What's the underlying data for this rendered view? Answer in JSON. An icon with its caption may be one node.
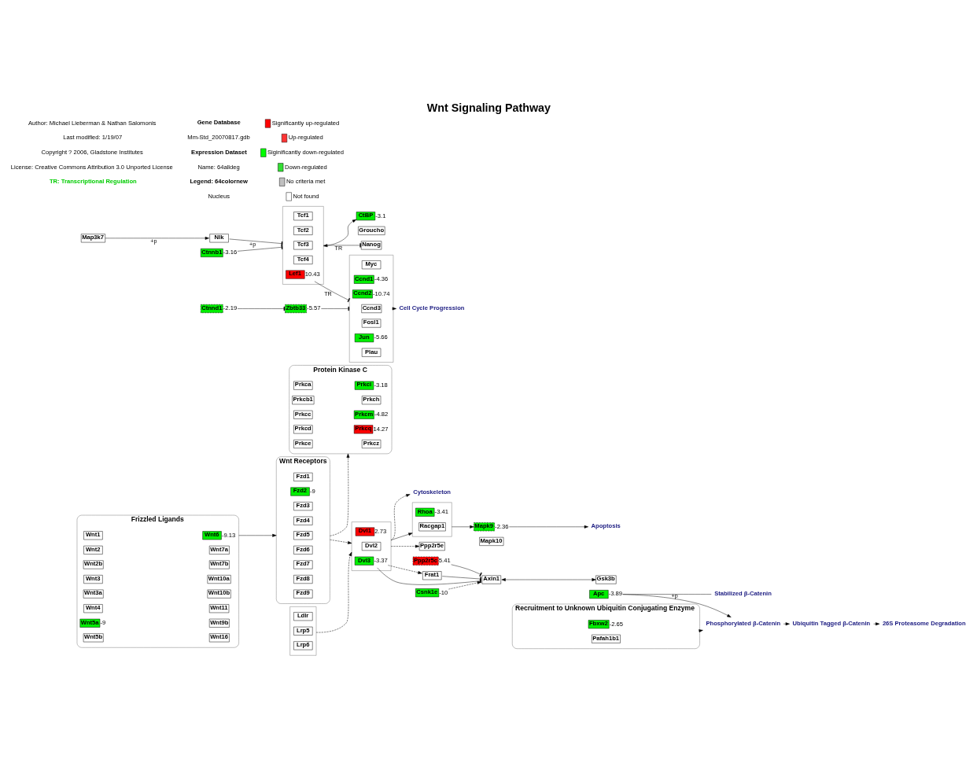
{
  "diagram": {
    "title": "Wnt Signaling Pathway",
    "nodes": [
      {
        "text": [
          "Frizzled Ligands"
        ]
      },
      {
        "text": [
          "Wnt1"
        ],
        "in": 0
      },
      {
        "text": [
          "Wnt2"
        ],
        "in": 0
      },
      {
        "text": [
          "Wnt2b"
        ],
        "in": 0
      },
      {
        "text": [
          "Wnt3"
        ],
        "in": 0
      },
      {
        "text": [
          "Wnt3a"
        ],
        "in": 0
      },
      {
        "text": [
          "Wnt4"
        ],
        "in": 0
      },
      {
        "text": [
          "Wnt5a"
        ],
        "in": 0,
        "beside": [
          "-9"
        ]
      },
      {
        "text": [
          "Wnt5b"
        ],
        "in": 0
      },
      {
        "text": [
          "Wnt6"
        ],
        "in": 0,
        "beside": [
          "-9.13"
        ]
      },
      {
        "text": [
          "Wnt7a"
        ],
        "in": 0
      },
      {
        "text": [
          "Wnt7b"
        ],
        "in": 0
      },
      {
        "text": [
          "Wnt10a"
        ],
        "in": 0
      },
      {
        "text": [
          "Wnt10b"
        ],
        "in": 0
      },
      {
        "text": [
          "Wnt11"
        ],
        "in": 0
      },
      {
        "text": [
          "Wnt9b"
        ],
        "in": 0
      },
      {
        "text": [
          "Wnt16"
        ],
        "in": 0
      },
      {
        "text": [
          "Wnt Receptors"
        ]
      },
      {
        "text": [
          "Fzd1"
        ],
        "in": 17
      },
      {
        "text": [
          "Fzd2"
        ],
        "in": 17,
        "beside": [
          "-9"
        ]
      },
      {
        "text": [
          "Fzd3"
        ],
        "in": 17
      },
      {
        "text": [
          "Fzd4"
        ],
        "in": 17
      },
      {
        "text": [
          "Fzd5"
        ],
        "in": 17
      },
      {
        "text": [
          "Fzd6"
        ],
        "in": 17
      },
      {
        "text": [
          "Fzd7"
        ],
        "in": 17
      },
      {
        "text": [
          "Fzd8"
        ],
        "in": 17
      },
      {
        "text": [
          "Fzd9"
        ],
        "in": 17
      },
      {
        "text": [],
        "shape": "box"
      },
      {
        "text": [
          "Ldlr"
        ],
        "in": 27
      },
      {
        "text": [
          "Lrp5"
        ],
        "in": 27
      },
      {
        "text": [
          "Lrp6"
        ],
        "in": 27
      },
      {
        "text": [
          "Protein Kinase C"
        ]
      },
      {
        "text": [
          "Prkca"
        ],
        "in": 31
      },
      {
        "text": [
          "Prkcb1"
        ],
        "in": 31
      },
      {
        "text": [
          "Prkcc"
        ],
        "in": 31
      },
      {
        "text": [
          "Prkcd"
        ],
        "in": 31
      },
      {
        "text": [
          "Prkce"
        ],
        "in": 31
      },
      {
        "text": [
          "Prkci"
        ],
        "in": 31,
        "beside": [
          "-3.18"
        ]
      },
      {
        "text": [
          "Prkch"
        ],
        "in": 31
      },
      {
        "text": [
          "Prkcm"
        ],
        "in": 31,
        "beside": [
          "-4.82"
        ]
      },
      {
        "text": [
          "Prkcq"
        ],
        "in": 31,
        "beside": [
          "14.27"
        ]
      },
      {
        "text": [
          "Prkcz"
        ],
        "in": 31
      },
      {
        "text": [],
        "shape": "box"
      },
      {
        "text": [
          "Dvl1"
        ],
        "in": 42,
        "beside": [
          "2.73"
        ]
      },
      {
        "text": [
          "Dvl2"
        ],
        "in": 42
      },
      {
        "text": [
          "Dvl3"
        ],
        "in": 42,
        "beside": [
          "-3.37"
        ]
      },
      {
        "text": [
          "Cytoskeleton"
        ]
      },
      {
        "text": [],
        "shape": "box"
      },
      {
        "text": [
          "Rhoa"
        ],
        "in": 47,
        "beside": [
          "-3.41"
        ]
      },
      {
        "text": [
          "Racgap1"
        ],
        "in": 47
      },
      {
        "text": [
          "Mapk9"
        ],
        "beside": [
          "-2.36"
        ]
      },
      {
        "text": [
          "Mapk10"
        ]
      },
      {
        "text": [
          "Apoptosis"
        ]
      },
      {
        "text": [
          "Ppp2r5e"
        ]
      },
      {
        "text": [
          "Ppp2r5c"
        ],
        "beside": [
          "5.41"
        ]
      },
      {
        "text": [
          "Frat1"
        ]
      },
      {
        "text": [
          "Axin1"
        ]
      },
      {
        "text": [
          "Csnk1e"
        ],
        "beside": [
          "-10"
        ]
      },
      {
        "text": [
          "Gsk3b"
        ]
      },
      {
        "text": [
          "Apc"
        ],
        "beside": [
          "-3.89"
        ]
      },
      {
        "text": [
          "Map3k7"
        ]
      },
      {
        "text": [
          "Stabilized β-Catenin"
        ]
      },
      {
        "text": [
          "Ctnnb1"
        ],
        "beside": [
          "-3.16"
        ]
      },
      {
        "text": [
          "Phosphorylated β-Catenin"
        ]
      },
      {
        "text": [
          "Recruitment to Unknown Ubiquitin Conjugating Enzyme"
        ]
      },
      {
        "text": [
          "Fbxw2"
        ],
        "in": 64,
        "beside": [
          "-2.65"
        ]
      },
      {
        "text": [
          "Pafah1b1"
        ],
        "in": 64
      },
      {
        "text": [
          "Nlk"
        ]
      },
      {
        "text": [],
        "shape": "box"
      },
      {
        "text": [
          "Tcf1"
        ],
        "in": 68
      },
      {
        "text": [
          "Tcf2"
        ],
        "in": 68
      },
      {
        "text": [
          "Tcf3"
        ],
        "in": 68
      },
      {
        "text": [
          "Tcf4"
        ],
        "in": 68
      },
      {
        "text": [
          "Lef1"
        ],
        "in": 68,
        "beside": [
          "10.43"
        ]
      },
      {
        "text": [
          "CtBP"
        ],
        "beside": [
          "-3.1"
        ]
      },
      {
        "text": [
          "Groucho"
        ]
      },
      {
        "text": [
          "Ubiquitin Tagged β-Catenin"
        ]
      },
      {
        "text": [
          "26S Proteasome Degradation"
        ]
      },
      {
        "text": [
          "Nanog"
        ]
      },
      {
        "text": [],
        "shape": "box"
      },
      {
        "text": [
          "Myc"
        ],
        "in": 79
      },
      {
        "text": [
          "Ccnd1"
        ],
        "in": 79,
        "beside": [
          "-4.36"
        ]
      },
      {
        "text": [
          "Ccnd2"
        ],
        "in": 79,
        "beside": [
          "-10.74"
        ]
      },
      {
        "text": [
          "Ccnd3"
        ],
        "in": 79
      },
      {
        "text": [
          "Fosl1"
        ],
        "in": 79
      },
      {
        "text": [
          "Jun"
        ],
        "in": 79,
        "beside": [
          "-5.66"
        ]
      },
      {
        "text": [
          "Plau"
        ],
        "in": 79
      },
      {
        "text": [
          "Ctnnd1"
        ],
        "beside": [
          "-2.19"
        ]
      },
      {
        "text": [
          "Zbtb33"
        ],
        "beside": [
          "-5.57"
        ]
      },
      {
        "text": [
          "Cell Cycle Progression"
        ]
      }
    ],
    "edges": [
      {
        "from": 0,
        "to": 17,
        "arrow": "to"
      },
      {
        "from": 17,
        "to": 31,
        "arrow": "to",
        "style": "dashed"
      },
      {
        "from": 17,
        "to": 42,
        "arrow": "to",
        "style": "dashed"
      },
      {
        "from": 27,
        "to": 42,
        "arrow": "to",
        "style": "dashed"
      },
      {
        "from": 42,
        "to": 46,
        "arrow": "to",
        "style": "dashed"
      },
      {
        "from": 42,
        "to": 47,
        "arrow": "to"
      },
      {
        "from": 47,
        "to": 50,
        "arrow": "to"
      },
      {
        "from": 50,
        "to": 52,
        "arrow": "to"
      },
      {
        "from": 42,
        "to": 53,
        "arrow": "to",
        "style": "dashed"
      },
      {
        "from": 45,
        "to": 56,
        "arrow": "other"
      },
      {
        "from": 45,
        "to": 55,
        "arrow": "to",
        "style": "dashed"
      },
      {
        "from": 54,
        "to": 56,
        "arrow": "other"
      },
      {
        "from": 55,
        "to": 56,
        "arrow": "other"
      },
      {
        "from": 57,
        "to": 56,
        "arrow": "to",
        "style": "dashed"
      },
      {
        "from": 56,
        "to": 58,
        "arrow": "both"
      },
      {
        "from": 59,
        "to": 61,
        "arrow": "none"
      },
      {
        "from": 59,
        "to": 63,
        "arrow": "to",
        "label": "+p"
      },
      {
        "from": 64,
        "to": 63,
        "arrow": "to"
      },
      {
        "from": 63,
        "to": 76,
        "arrow": "to"
      },
      {
        "from": 76,
        "to": 77,
        "arrow": "to"
      },
      {
        "from": 60,
        "to": 67,
        "arrow": "to",
        "label": "+p"
      },
      {
        "from": 67,
        "to": 68,
        "arrow": "other",
        "label": "+p"
      },
      {
        "from": 62,
        "to": 68,
        "arrow": "other"
      },
      {
        "from": 68,
        "to": 74,
        "arrow": "both"
      },
      {
        "from": 68,
        "to": 78,
        "arrow": "other",
        "label": "TR"
      },
      {
        "from": 73,
        "to": 79,
        "arrow": "other",
        "label": "TR"
      },
      {
        "from": 88,
        "to": 79,
        "arrow": "other"
      },
      {
        "from": 87,
        "to": 88,
        "arrow": "other"
      },
      {
        "from": 79,
        "to": 89,
        "arrow": "to"
      }
    ],
    "labels": [
      "Author: Michael Lieberman & Nathan Salomonis",
      "Last modified: 1/19/07",
      "Copyright ? 2006, Gladstone Institutes",
      "License: Creative Commons Attribution 3.0 Unported License",
      "TR: Transcriptional Regulation",
      "Gene Database",
      "Mm-Std_20070817.gdb",
      "Expression Dataset",
      "Name: 64alldeg",
      "Legend: 64colornew",
      "Nucleus"
    ],
    "legend": [
      {
        "text": "Significantly up-regulated",
        "color": "#ff0000"
      },
      {
        "text": "Up-regulated",
        "color": "#ff3333"
      },
      {
        "text": "Siginificantly down-regulated",
        "color": "#00ff00"
      },
      {
        "text": "Down-regulated",
        "color": "#33dd33"
      },
      {
        "text": "No criteria met",
        "color": "#c0c0c0"
      },
      {
        "text": "Not found",
        "color": "#ffffff"
      }
    ]
  }
}
